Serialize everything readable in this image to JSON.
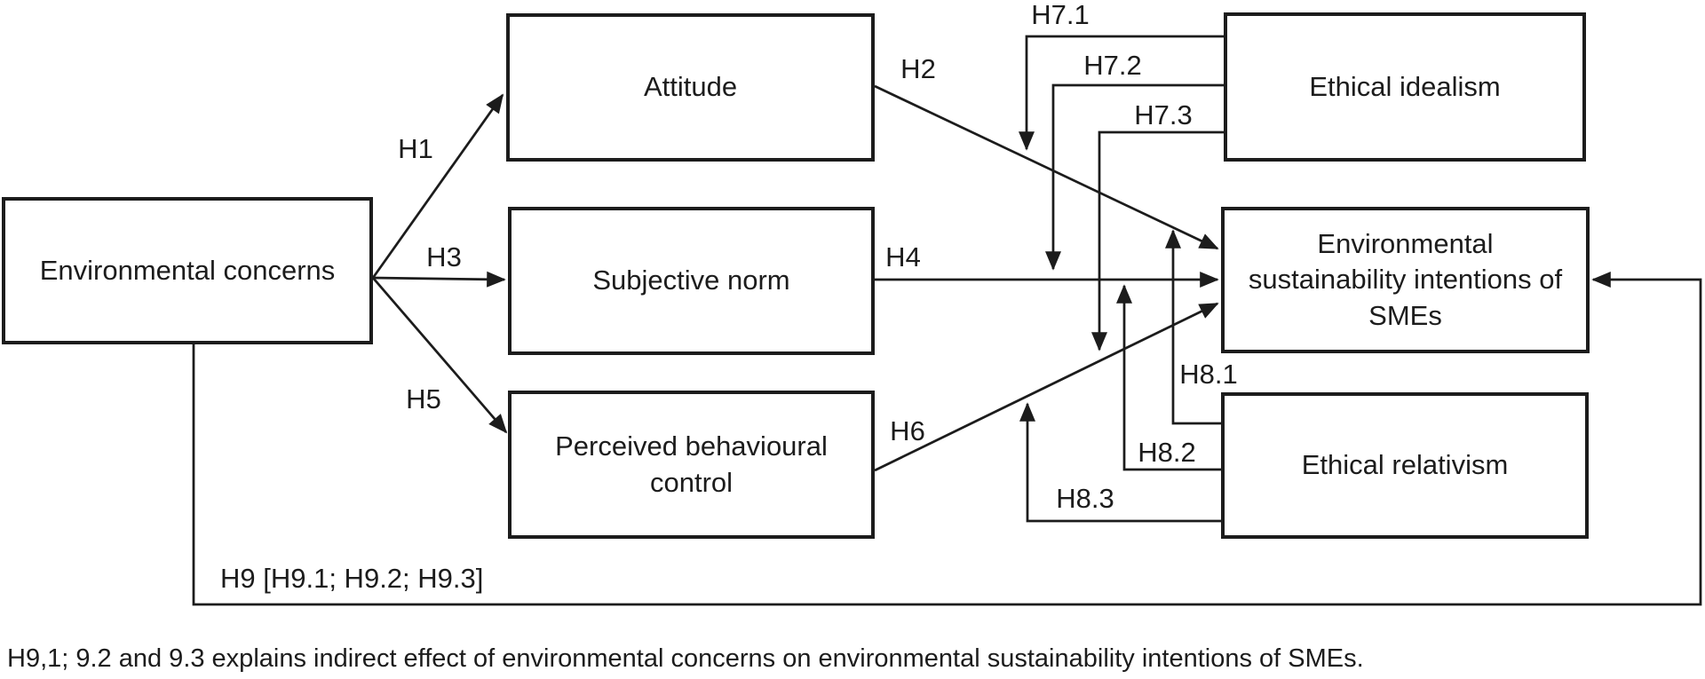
{
  "figure": {
    "background": "#ffffff",
    "line_color": "#1c1c1c"
  },
  "boxes": [
    {
      "id": "environmental-concerns",
      "label": "Environmental concerns"
    },
    {
      "id": "attitude",
      "label": "Attitude"
    },
    {
      "id": "subjective-norm",
      "label": "Subjective norm"
    },
    {
      "id": "perceived-behavioural-control",
      "label": "Perceived behavioural\ncontrol"
    },
    {
      "id": "ethical-idealism",
      "label": "Ethical idealism"
    },
    {
      "id": "environmental-sustainability-intentions",
      "label": "Environmental\nsustainability intentions of\nSMEs"
    },
    {
      "id": "ethical-relativism",
      "label": "Ethical relativism"
    }
  ],
  "hypotheses": {
    "h1": "H1",
    "h2": "H2",
    "h3": "H3",
    "h4": "H4",
    "h5": "H5",
    "h6": "H6",
    "h7_1": "H7.1",
    "h7_2": "H7.2",
    "h7_3": "H7.3",
    "h8_1": "H8.1",
    "h8_2": "H8.2",
    "h8_3": "H8.3",
    "h9": "H9 [H9.1; H9.2; H9.3]"
  },
  "footnote": "H9,1; 9.2 and 9.3 explains indirect effect of environmental concerns on environmental sustainability intentions of SMEs."
}
